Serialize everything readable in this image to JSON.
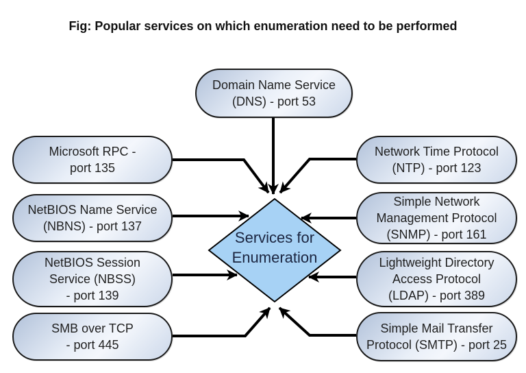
{
  "title": "Fig: Popular services on which enumeration need to be performed",
  "diagram": {
    "center": {
      "label": "Services for\nEnumeration"
    },
    "nodes": {
      "dns": {
        "label": "Domain Name Service\n(DNS) - port 53"
      },
      "rpc": {
        "label": "Microsoft RPC -\nport 135"
      },
      "nbns": {
        "label": "NetBIOS Name Service\n(NBNS) - port 137"
      },
      "nbss": {
        "label": "NetBIOS Session\nService (NBSS)\n- port 139"
      },
      "smb": {
        "label": "SMB over TCP\n- port 445"
      },
      "ntp": {
        "label": "Network Time Protocol\n(NTP) - port 123"
      },
      "snmp": {
        "label": "Simple Network\nManagement Protocol\n(SNMP) - port 161"
      },
      "ldap": {
        "label": "Lightweight Directory\nAccess Protocol\n(LDAP) - port 389"
      },
      "smtp": {
        "label": "Simple Mail Transfer\nProtocol (SMTP) - port 25"
      }
    },
    "edges": [
      {
        "from": "dns",
        "to": "center"
      },
      {
        "from": "rpc",
        "to": "center"
      },
      {
        "from": "nbns",
        "to": "center"
      },
      {
        "from": "nbss",
        "to": "center"
      },
      {
        "from": "smb",
        "to": "center"
      },
      {
        "from": "ntp",
        "to": "center"
      },
      {
        "from": "snmp",
        "to": "center"
      },
      {
        "from": "ldap",
        "to": "center"
      },
      {
        "from": "smtp",
        "to": "center"
      }
    ],
    "colors": {
      "background": "#ffffff",
      "node_fill_light": "#f4f7fc",
      "node_fill_dark": "#b2c2da",
      "node_border": "#1a1a1a",
      "diamond_fill": "#a7d2f5",
      "diamond_border": "#000000",
      "connector": "#000000",
      "title_text": "#111111",
      "node_text": "#1f1f1f"
    }
  }
}
